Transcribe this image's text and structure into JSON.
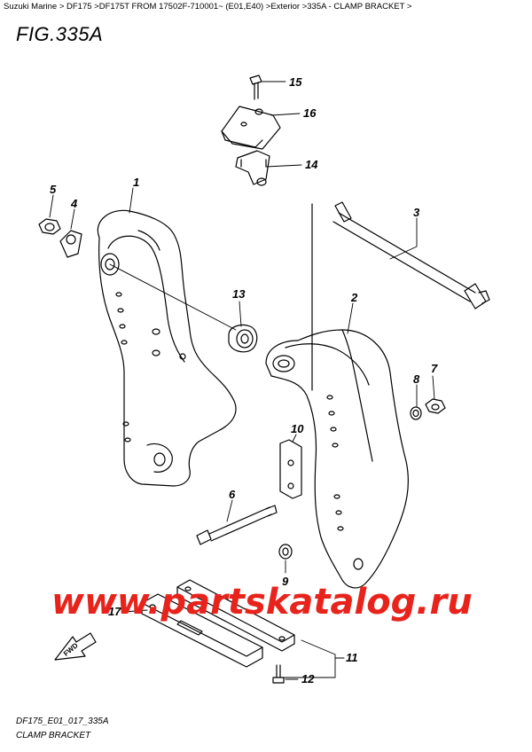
{
  "breadcrumb": "Suzuki Marine > DF175 >DF175T FROM 17502F-710001~ (E01,E40) >Exterior >335A - CLAMP BRACKET >",
  "figure_title": "FIG.335A",
  "footer": {
    "code": "DF175_E01_017_335A",
    "title": "CLAMP BRACKET"
  },
  "watermark": "www.partskatalog.ru",
  "fwd_label": "FWD",
  "callouts": {
    "p1": "1",
    "p2": "2",
    "p3": "3",
    "p4": "4",
    "p5": "5",
    "p6": "6",
    "p7": "7",
    "p8": "8",
    "p9": "9",
    "p10": "10",
    "p11": "11",
    "p12": "12",
    "p13": "13",
    "p14": "14",
    "p15": "15",
    "p16": "16",
    "p17": "17"
  },
  "colors": {
    "watermark": "#e8231c",
    "line": "#000000"
  }
}
